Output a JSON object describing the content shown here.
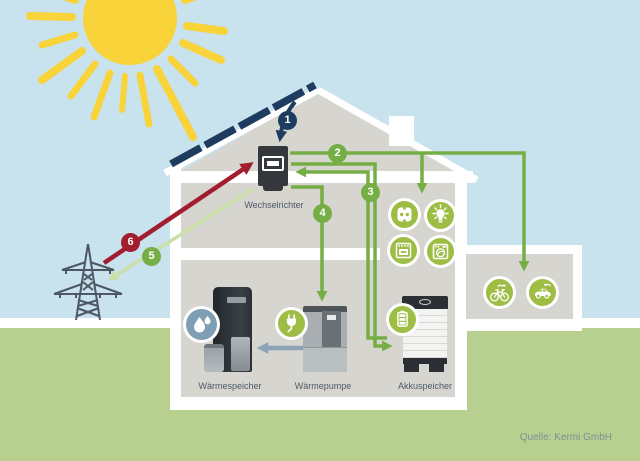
{
  "source_credit": "Quelle: Kermi GmbH",
  "devices": {
    "inverter": {
      "label": "Wechselrichter"
    },
    "heat_storage": {
      "label": "Wärmespeicher"
    },
    "heat_pump": {
      "label": "Wärmepumpe"
    },
    "battery": {
      "label": "Akkuspeicher"
    }
  },
  "flow_badges": [
    {
      "number": "1",
      "meaning": "pv-panel-to-inverter",
      "color": "#1e3c5f"
    },
    {
      "number": "2",
      "meaning": "inverter-to-consumers",
      "color": "#76ae46"
    },
    {
      "number": "3",
      "meaning": "inverter-battery-flow",
      "color": "#76ae46"
    },
    {
      "number": "4",
      "meaning": "inverter-to-heat-pump",
      "color": "#76ae46"
    },
    {
      "number": "5",
      "meaning": "feed-in-to-grid",
      "color": "#76ae46"
    },
    {
      "number": "6",
      "meaning": "purchase-from-grid",
      "color": "#a11d2f"
    }
  ],
  "icons": [
    "sun-icon",
    "solar-panel",
    "power-pylon-icon",
    "power-socket-icon",
    "light-bulb-icon",
    "oven-icon",
    "washing-machine-icon",
    "e-bike-icon",
    "e-car-icon",
    "heat-drops-icon",
    "power-plug-icon",
    "battery-icon"
  ],
  "colors": {
    "sky": "#c8e2ee",
    "grass": "#b7cf8f",
    "house_interior": "#d7d5d0",
    "arrow_green": "#76ae46",
    "icon_circle_green": "#9dbd45",
    "feed_in_light_green": "#cbdfa9",
    "grid_red": "#a11d2f",
    "pv_navy": "#1e3c5f",
    "heat_circle_blue": "#7e9eb4",
    "heat_arrow_steel": "#8ba4b8"
  }
}
